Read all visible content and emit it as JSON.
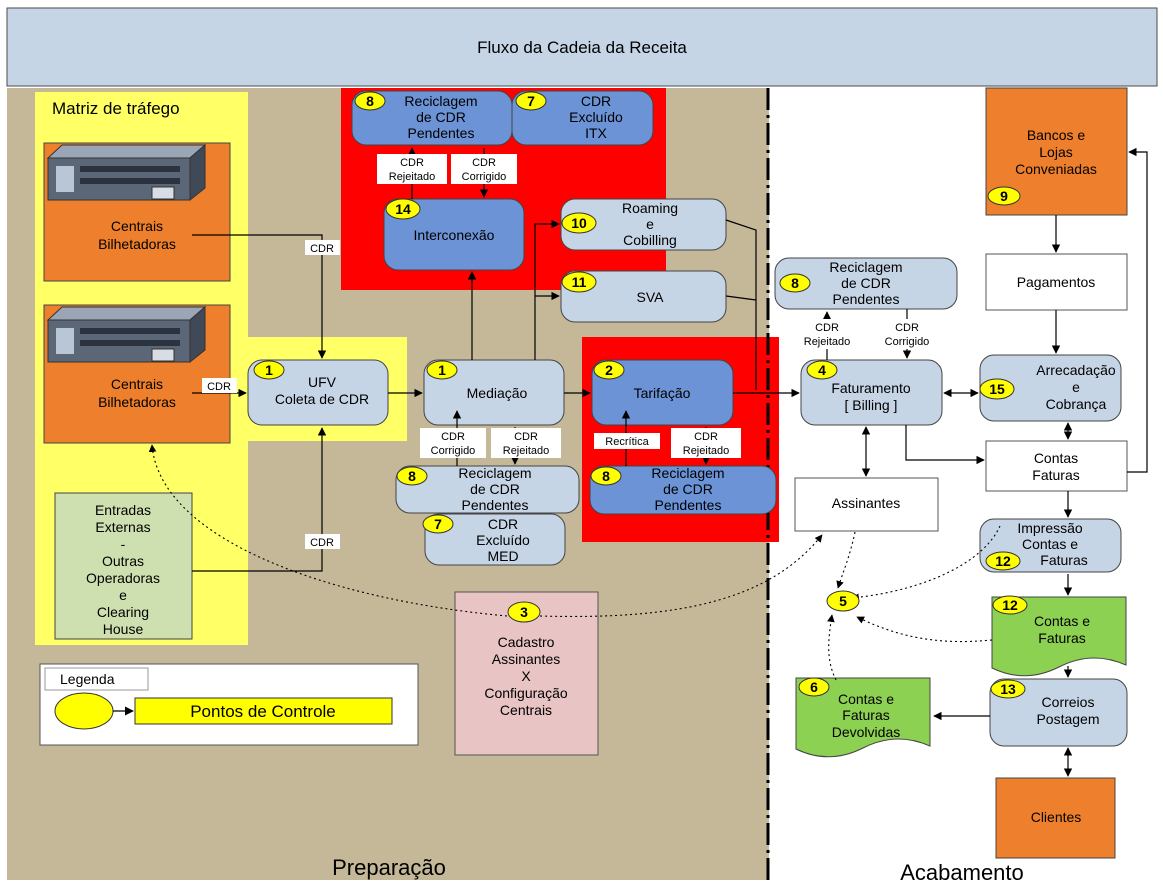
{
  "title": "Fluxo da Cadeia da Receita",
  "regions": {
    "left": "Preparação",
    "right": "Acabamento"
  },
  "traffic_panel": {
    "title": "Matriz de tráfego",
    "central_1": [
      "Centrais",
      "Bilhetadoras"
    ],
    "central_2": [
      "Centrais",
      "Bilhetadoras"
    ],
    "external_entries": [
      "Entradas",
      "Externas",
      "-",
      "Outras",
      "Operadoras",
      "e",
      "Clearing",
      "House"
    ]
  },
  "legend": {
    "title": "Legenda",
    "label": "Pontos de Controle"
  },
  "nodes": {
    "ufv": {
      "num": "1",
      "lines": [
        "UFV",
        "Coleta de CDR"
      ]
    },
    "mediacao": {
      "num": "1",
      "lines": [
        "Mediação"
      ]
    },
    "tarifacao": {
      "num": "2",
      "lines": [
        "Tarifação"
      ]
    },
    "faturamento": {
      "num": "4",
      "lines": [
        "Faturamento",
        "[ Billing ]"
      ]
    },
    "interconexao": {
      "num": "14",
      "lines": [
        "Interconexão"
      ]
    },
    "roaming": {
      "num": "10",
      "lines": [
        "Roaming",
        "e",
        "Cobilling"
      ]
    },
    "sva": {
      "num": "11",
      "lines": [
        "SVA"
      ]
    },
    "recic_top": {
      "num": "8",
      "lines": [
        "Reciclagem",
        "de CDR",
        "Pendentes"
      ]
    },
    "excl_itx": {
      "num": "7",
      "lines": [
        "CDR",
        "Excluído",
        "ITX"
      ]
    },
    "recic_med": {
      "num": "8",
      "lines": [
        "Reciclagem",
        "de CDR",
        "Pendentes"
      ]
    },
    "excl_med": {
      "num": "7",
      "lines": [
        "CDR",
        "Excluído",
        "MED"
      ]
    },
    "recic_tar": {
      "num": "8",
      "lines": [
        "Reciclagem",
        "de CDR",
        "Pendentes"
      ]
    },
    "recic_fat": {
      "num": "8",
      "lines": [
        "Reciclagem",
        "de CDR",
        "Pendentes"
      ]
    },
    "cadastro": {
      "num": "3",
      "lines": [
        "Cadastro",
        "Assinantes",
        "X",
        "Configuração",
        "Centrais"
      ]
    },
    "bancos": {
      "num": "9",
      "lines": [
        "Bancos e",
        "Lojas",
        "Conveniadas"
      ]
    },
    "pagamentos": {
      "lines": [
        "Pagamentos"
      ]
    },
    "arrecadacao": {
      "num": "15",
      "lines": [
        "Arrecadação",
        "e",
        "Cobrança"
      ]
    },
    "contas_faturas": {
      "lines": [
        "Contas",
        "Faturas"
      ]
    },
    "assinantes": {
      "lines": [
        "Assinantes"
      ]
    },
    "impressao": {
      "num": "12",
      "lines": [
        "Impressão",
        "Contas e",
        "Faturas"
      ]
    },
    "control5": {
      "num": "5"
    },
    "contas_doc": {
      "num": "12",
      "lines": [
        "Contas e",
        "Faturas"
      ]
    },
    "correios": {
      "num": "13",
      "lines": [
        "Correios",
        "Postagem"
      ]
    },
    "devolvidas": {
      "num": "6",
      "lines": [
        "Contas e",
        "Faturas",
        "Devolvidas"
      ]
    },
    "clientes": {
      "lines": [
        "Clientes"
      ]
    }
  },
  "edge_labels": {
    "cdr_1": "CDR",
    "cdr_2": "CDR",
    "cdr_3": "CDR",
    "rej_top": [
      "CDR",
      "Rejeitado"
    ],
    "corr_top": [
      "CDR",
      "Corrigido"
    ],
    "corr_med": [
      "CDR",
      "Corrigido"
    ],
    "rej_med": [
      "CDR",
      "Rejeitado"
    ],
    "recritica": [
      "Recrítica"
    ],
    "rej_tar": [
      "CDR",
      "Rejeitado"
    ],
    "rej_fat": [
      "CDR",
      "Rejeitado"
    ],
    "corr_fat": [
      "CDR",
      "Corrigido"
    ]
  },
  "colors": {
    "title_bar": "#c6d5e6",
    "prep_bg": "#c4b898",
    "yellow_panel": "#ffff66",
    "red_panel": "#ff0000",
    "box_light": "#c6d5e6",
    "box_blue": "#6b93d6",
    "orange": "#ee7f2d",
    "green_doc": "#8dd153",
    "pink": "#e8c4c4",
    "sage": "#cfe0b0",
    "control_yellow": "#ffff00"
  }
}
